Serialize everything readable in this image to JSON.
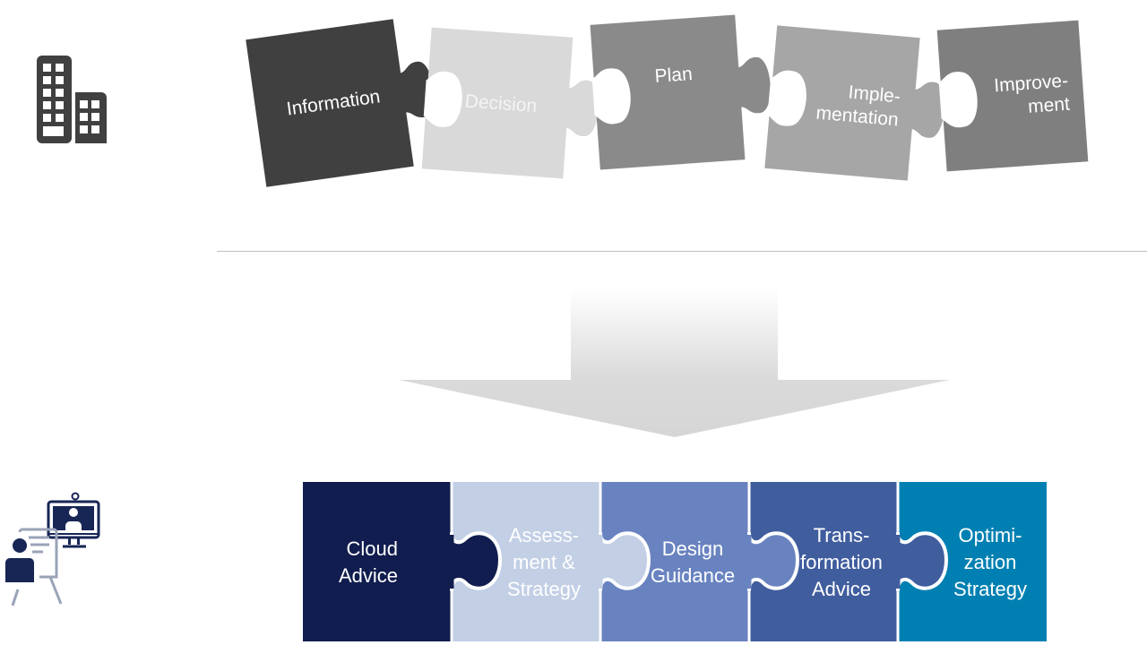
{
  "top_section": {
    "icon": "office-buildings-icon",
    "pieces": [
      {
        "label_lines": [
          "Information"
        ],
        "color": "#404040",
        "text_color": "#ffffff"
      },
      {
        "label_lines": [
          "Decision"
        ],
        "color": "#d9d9d9",
        "text_color": "#f4f4f4"
      },
      {
        "label_lines": [
          "Plan"
        ],
        "color": "#8a8a8a",
        "text_color": "#ffffff"
      },
      {
        "label_lines": [
          "Imple-",
          "mentation"
        ],
        "color": "#a6a6a6",
        "text_color": "#ffffff"
      },
      {
        "label_lines": [
          "Improve-",
          "ment"
        ],
        "color": "#7f7f7f",
        "text_color": "#ffffff"
      }
    ]
  },
  "arrow": {
    "icon": "down-arrow-icon",
    "color_top": "#ffffff",
    "color_bottom": "#d9d9d9"
  },
  "bottom_section": {
    "icon": "presenter-video-conference-icon",
    "pieces": [
      {
        "label_lines": [
          "Cloud",
          "Advice"
        ],
        "color": "#111d4e",
        "text_color": "#ffffff"
      },
      {
        "label_lines": [
          "Assess-",
          "ment &",
          "Strategy"
        ],
        "color": "#c2cfe5",
        "text_color": "#ffffff"
      },
      {
        "label_lines": [
          "Design",
          "Guidance"
        ],
        "color": "#6983c0",
        "text_color": "#ffffff"
      },
      {
        "label_lines": [
          "Trans-",
          "formation",
          "Advice"
        ],
        "color": "#405d9e",
        "text_color": "#ffffff"
      },
      {
        "label_lines": [
          "Optimi-",
          "zation",
          "Strategy"
        ],
        "color": "#0080b2",
        "text_color": "#ffffff"
      }
    ]
  }
}
